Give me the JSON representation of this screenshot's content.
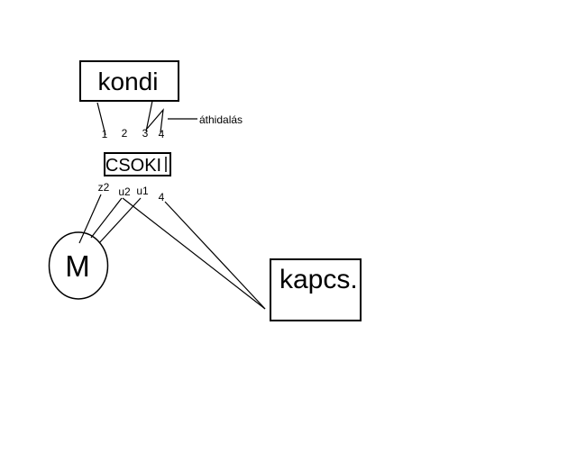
{
  "canvas": {
    "background_color": "#ffffff",
    "ink_color": "#000000"
  },
  "nodes": {
    "kondi": {
      "label": "kondi"
    },
    "csoki": {
      "label": "CSOKI"
    },
    "motor": {
      "label": "M"
    },
    "kapcs": {
      "label": "kapcs."
    }
  },
  "kondi_terminals": [
    "1",
    "2",
    "3",
    "4"
  ],
  "csoki_terminals": [
    "z2",
    "u2",
    "u1",
    "4"
  ],
  "annotations": {
    "jumper_label": "áthidalás"
  }
}
